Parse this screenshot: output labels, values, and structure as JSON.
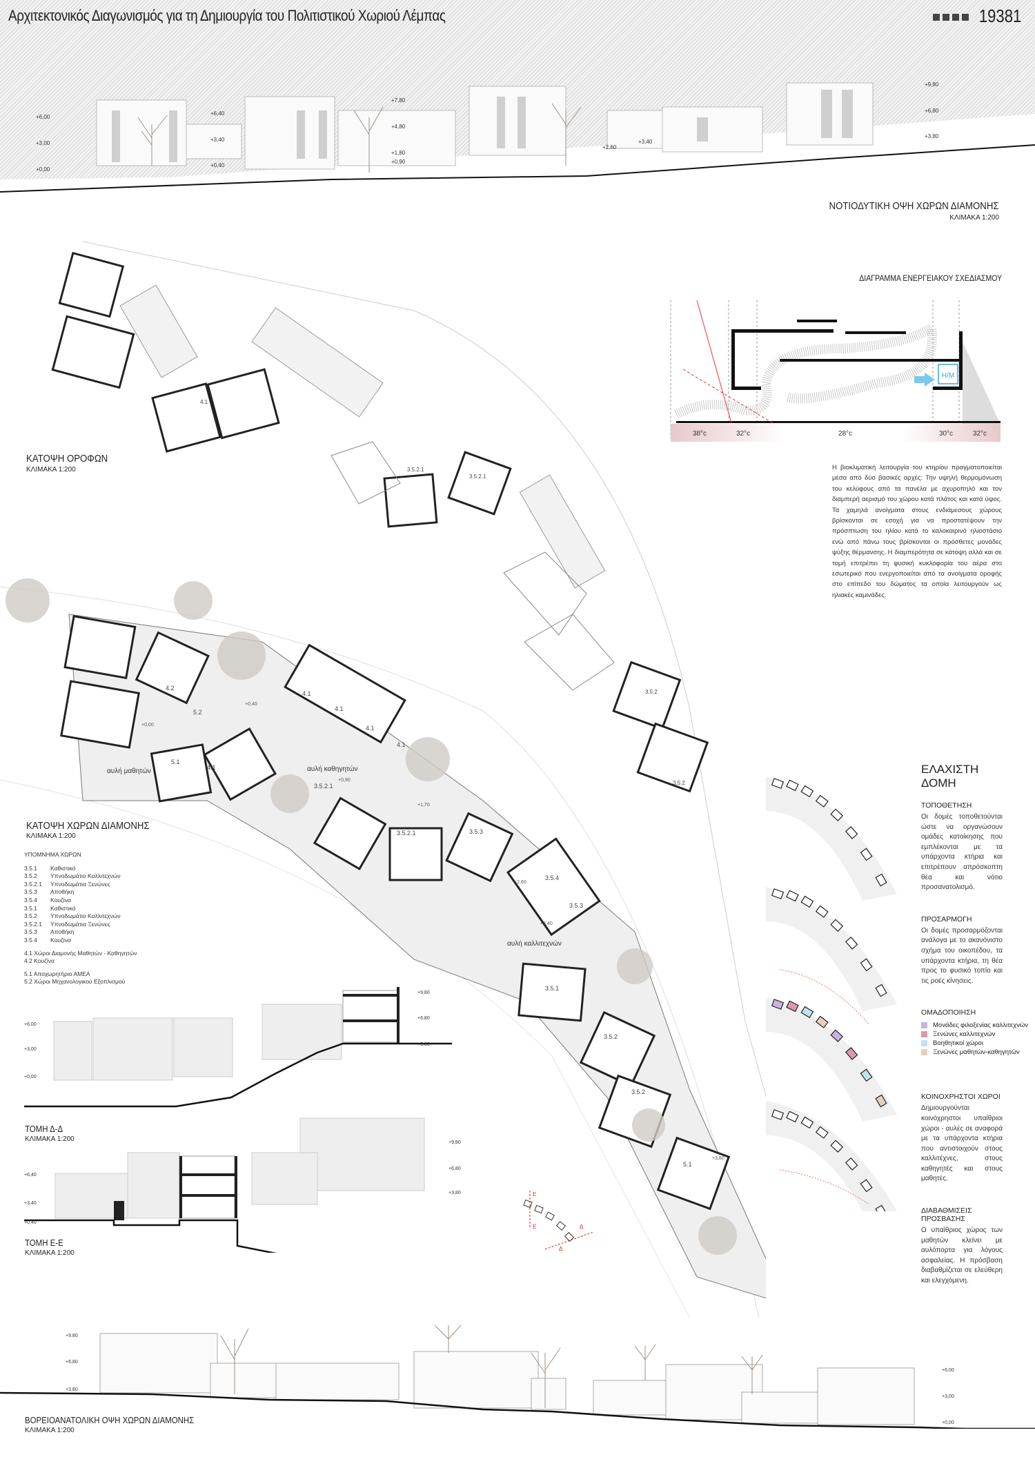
{
  "header": {
    "title": "Αρχιτεκτονικός Διαγωνισμός για τη Δημιουργία του Πολιτιστικού Χωριού Λέμπας",
    "entry_number": "19381"
  },
  "sw_elevation": {
    "title": "ΝΟΤΙΟΔΥΤΙΚΗ ΟΨΗ ΧΩΡΩΝ ΔΙΑΜΟΝΗΣ",
    "scale": "ΚΛΙΜΑΚΑ 1:200",
    "levels": [
      "+6,00",
      "+3,00",
      "+0,00",
      "+6,40",
      "+3,40",
      "+0,40",
      "+7,80",
      "+4,80",
      "+1,80",
      "+0,90",
      "+2,60",
      "+3,40",
      "+9,80",
      "+6,80",
      "+3,80"
    ]
  },
  "energy": {
    "title": "ΔΙΑΓΡΑΜΜΑ ΕΝΕΡΓΕΙΑΚΟΥ ΣΧΕΔΙΑΣΜΟΥ",
    "unit_label": "Η/Μ",
    "temps": [
      "38°c",
      "32°c",
      "28°c",
      "30°c",
      "32°c"
    ],
    "text": "Η βιοκλιματική λειτουργία του κτηρίου πραγματοποιείται μέσα από δύο βασικές αρχές: Την υψηλή θερμομόνωση του κελύφους από τα πανέλα με αχυροπηλό και τον διαμπερή αερισμό του χώρου κατά πλάτος και κατά ύψος. Τα χαμηλά ανοίγματα στους ενδιάμεσους χώρους βρίσκονται σε εσοχή για να προστατέψουν την πρόσπτωση του ηλίου κατά το καλοκαιρινό ηλιοστάσιο ενώ από πάνω τους βρίσκονται οι πρόσθετες μονάδες ψύξης θέρμανσης. Η διαμπερότητα σε κάτοψη αλλά και σε τομή επιτρέπει τη φυσική κυκλοφορία του αέρα στο εσωτερικό που ενεργοποιείται από τα ανοίγματα οροφής στο επίπεδο του δώματος τα οποία λειτουργούν ως ηλιακές καμινάδες."
  },
  "roof_plan": {
    "title": "ΚΑΤΟΨΗ ΟΡΟΦΩΝ",
    "scale": "ΚΛΙΜΑΚΑ 1:200",
    "labels": [
      "4.1",
      "3.5.2.1",
      "3.5.2.1",
      "3.5.2",
      "3.5.2"
    ]
  },
  "stay_plan": {
    "title": "ΚΑΤΟΨΗ ΧΩΡΩΝ ΔΙΑΜΟΝΗΣ",
    "scale": "ΚΛΙΜΑΚΑ 1:200",
    "courtyards": [
      "αυλή μαθητών",
      "αυλή καθηγητών",
      "αυλή καλλιτεχνών"
    ],
    "levels": [
      "+0,00",
      "+0,40",
      "+0,90",
      "+1,70",
      "+2,60",
      "+3,40",
      "+3,80"
    ],
    "rooms": [
      "4.2",
      "5.2",
      "5.1",
      "4.1",
      "4.1",
      "4.1",
      "4.1",
      "4.1",
      "3.5.2.1",
      "3.5.2.1",
      "3.5.3",
      "3.5.4",
      "3.5.3",
      "3.5.1",
      "3.5.2",
      "3.5.2",
      "5.1"
    ]
  },
  "legend": {
    "title": "ΥΠΟΜΝΗΜΑ ΧΩΡΩΝ",
    "items": [
      {
        "code": "3.5.1",
        "label": "Καθιστικό"
      },
      {
        "code": "3.5.2",
        "label": "Υπνοδωμάτιο Καλλιτεχνών"
      },
      {
        "code": "3.5.2.1",
        "label": "Υπνοδωμάτια Ξενώνες"
      },
      {
        "code": "3.5.3",
        "label": "Αποθήκη"
      },
      {
        "code": "3.5.4",
        "label": "Κουζίνα"
      },
      {
        "code": "3.5.1",
        "label": "Καθιστικό"
      },
      {
        "code": "3.5.2",
        "label": "Υπνοδωμάτιο Καλλιτεχνών"
      },
      {
        "code": "3.5.2.1",
        "label": "Υπνοδωμάτια Ξενώνες"
      },
      {
        "code": "3.5.3",
        "label": "Αποθήκη"
      },
      {
        "code": "3.5.4",
        "label": "Κουζίνα"
      }
    ],
    "group2": [
      "4.1  Χώροι Διαμονής Μαθητών - Καθηγητών",
      "4.2  Κουζίνα"
    ],
    "group3": [
      "5.1  Αποχωρητήριο ΑΜΕΑ",
      "5.2  Χώροι Μηχανολογικού Εξοπλισμού"
    ]
  },
  "section_dd": {
    "title": "ΤΟΜΗ Δ-Δ",
    "scale": "ΚΛΙΜΑΚΑ 1:200",
    "levels": [
      "+6,00",
      "+3,00",
      "+0,00",
      "+9,80",
      "+6,80",
      "+3,80"
    ]
  },
  "section_ee": {
    "title": "ΤΟΜΗ Ε-Ε",
    "scale": "ΚΛΙΜΑΚΑ 1:200",
    "levels": [
      "+6,40",
      "+3,40",
      "+0,40",
      "+9,80",
      "+6,80",
      "+3,80"
    ]
  },
  "key_plan": {
    "labels": [
      "Ε",
      "Ε",
      "Δ",
      "Δ"
    ]
  },
  "ne_elevation": {
    "title": "ΒΟΡΕΙΟΑΝΑΤΟΛΙΚΗ ΟΨΗ ΧΩΡΩΝ ΔΙΑΜΟΝΗΣ",
    "scale": "ΚΛΙΜΑΚΑ 1:200",
    "levels": [
      "+9,80",
      "+6,80",
      "+3,80",
      "+6,00",
      "+3,00",
      "+0,00"
    ]
  },
  "minimal_structure": {
    "title": "ΕΛΑΧΙΣΤΗ ΔΟΜΗ",
    "sections": [
      {
        "heading": "ΤΟΠΟΘΕΤΗΣΗ",
        "text": "Οι δομές τοποθετούνται ώστε να οργανώσουν ομάδες κατοίκησης που εμπλέκονται με τα υπάρχοντα κτήρια και επιτρέπουν απρόσκοπτη θέα και νότιο προσανατολισμό."
      },
      {
        "heading": "ΠΡΟΣΑΡΜΟΓΗ",
        "text": "Οι δομές προσαρμόζονται ανάλογα με το ακανόνιστο σχήμα του οικοπέδου, τα υπάρχοντα κτήρια, τη θέα προς το φυσικό τοπίο και τις ροές κίνησεις."
      },
      {
        "heading": "ΟΜΑΔΟΠΟΙΗΣΗ",
        "text": ""
      },
      {
        "heading": "ΚΟΙΝΟΧΡΗΣΤΟΙ ΧΩΡΟΙ",
        "text": "Δημιουργούνται κοινόχρηστοι υπαίθριοι χώροι - αυλές σε αναφορά με τα υπάρχοντα κτήρια που αντιστοιχούν στους καλλιτέχνες, στους καθηγητές και στους μαθητές."
      },
      {
        "heading": "ΔΙΑΒΑΘΜΙΣΕΙΣ ΠΡΟΣΒΑΣΗΣ",
        "text": "Ο υπαίθριος χώρος των μαθητών κλείνει με αυλόπορτα για λόγους ασφαλείας. Η πρόσβαση διαβαθμίζεται σε ελεύθερη και ελεγχόμενη."
      }
    ],
    "grouping_legend": [
      {
        "label": "Μονάδες φιλοξενίας καλλιτεχνών",
        "color": "#c9b3e0"
      },
      {
        "label": "Ξενώνες καλλιτεχνών",
        "color": "#d99aae"
      },
      {
        "label": "Βοηθητικοί χώροι",
        "color": "#bfe3f2"
      },
      {
        "label": "Ξενώνες μαθητών-καθηγητών",
        "color": "#e3cfc0"
      }
    ]
  }
}
